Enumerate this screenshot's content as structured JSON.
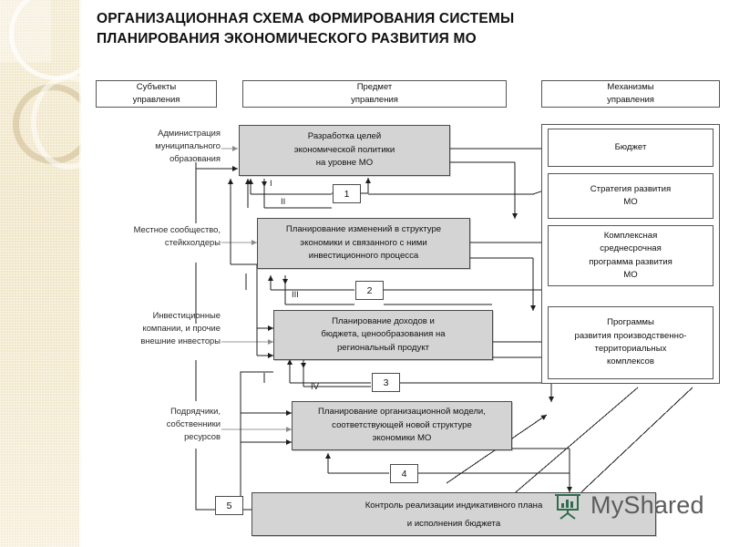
{
  "title": "ОРГАНИЗАЦИОННАЯ СХЕМА ФОРМИРОВАНИЯ СИСТЕМЫ ПЛАНИРОВАНИЯ ЭКОНОМИЧЕСКОГО РАЗВИТИЯ МО",
  "columns": {
    "subjects": "Субъекты\nуправления",
    "object": "Предмет\nуправления",
    "mechanisms": "Механизмы\nуправления"
  },
  "actors": [
    "Администрация\nмуниципального\nобразования",
    "Местное сообщество,\nстейкхолдеры",
    "Инвестиционные\nкомпании, и прочие\nвнешние инвесторы",
    "Подрядчики,\nсобственники\nресурсов"
  ],
  "processes": [
    "Разработка целей\nэкономической политики\nна уровне МО",
    "Планирование изменений в структуре\nэкономики и связанного с ними\nинвестиционного процесса",
    "Планирование доходов и\nбюджета, ценообразования на\nрегиональный продукт",
    "Планирование организационной модели,\nсоответствующей новой структуре\nэкономики МО"
  ],
  "control_block": {
    "line1": "Контроль реализации индикативного плана",
    "line2": "и исполнения бюджета"
  },
  "mechanisms": [
    "Бюджет",
    "Стратегия развития\nМО",
    "Комплексная\nсреднесрочная\nпрограмма развития\nМО",
    "Программы\nразвития производственно-\nтерриториальных\nкомплексов"
  ],
  "feedback_numbers": [
    "1",
    "2",
    "3",
    "4",
    "5"
  ],
  "roman_labels": [
    "I",
    "II",
    "III",
    "IV"
  ],
  "watermark": {
    "text": "MyShared",
    "icon": "presentation-chart-icon"
  },
  "colors": {
    "process_fill": "#d4d4d4",
    "box_stroke": "#4a4a4a",
    "deco_beige": "#f0e5c6",
    "watermark_text": "#5c5c5c",
    "watermark_icon": "#2f6b4f"
  }
}
